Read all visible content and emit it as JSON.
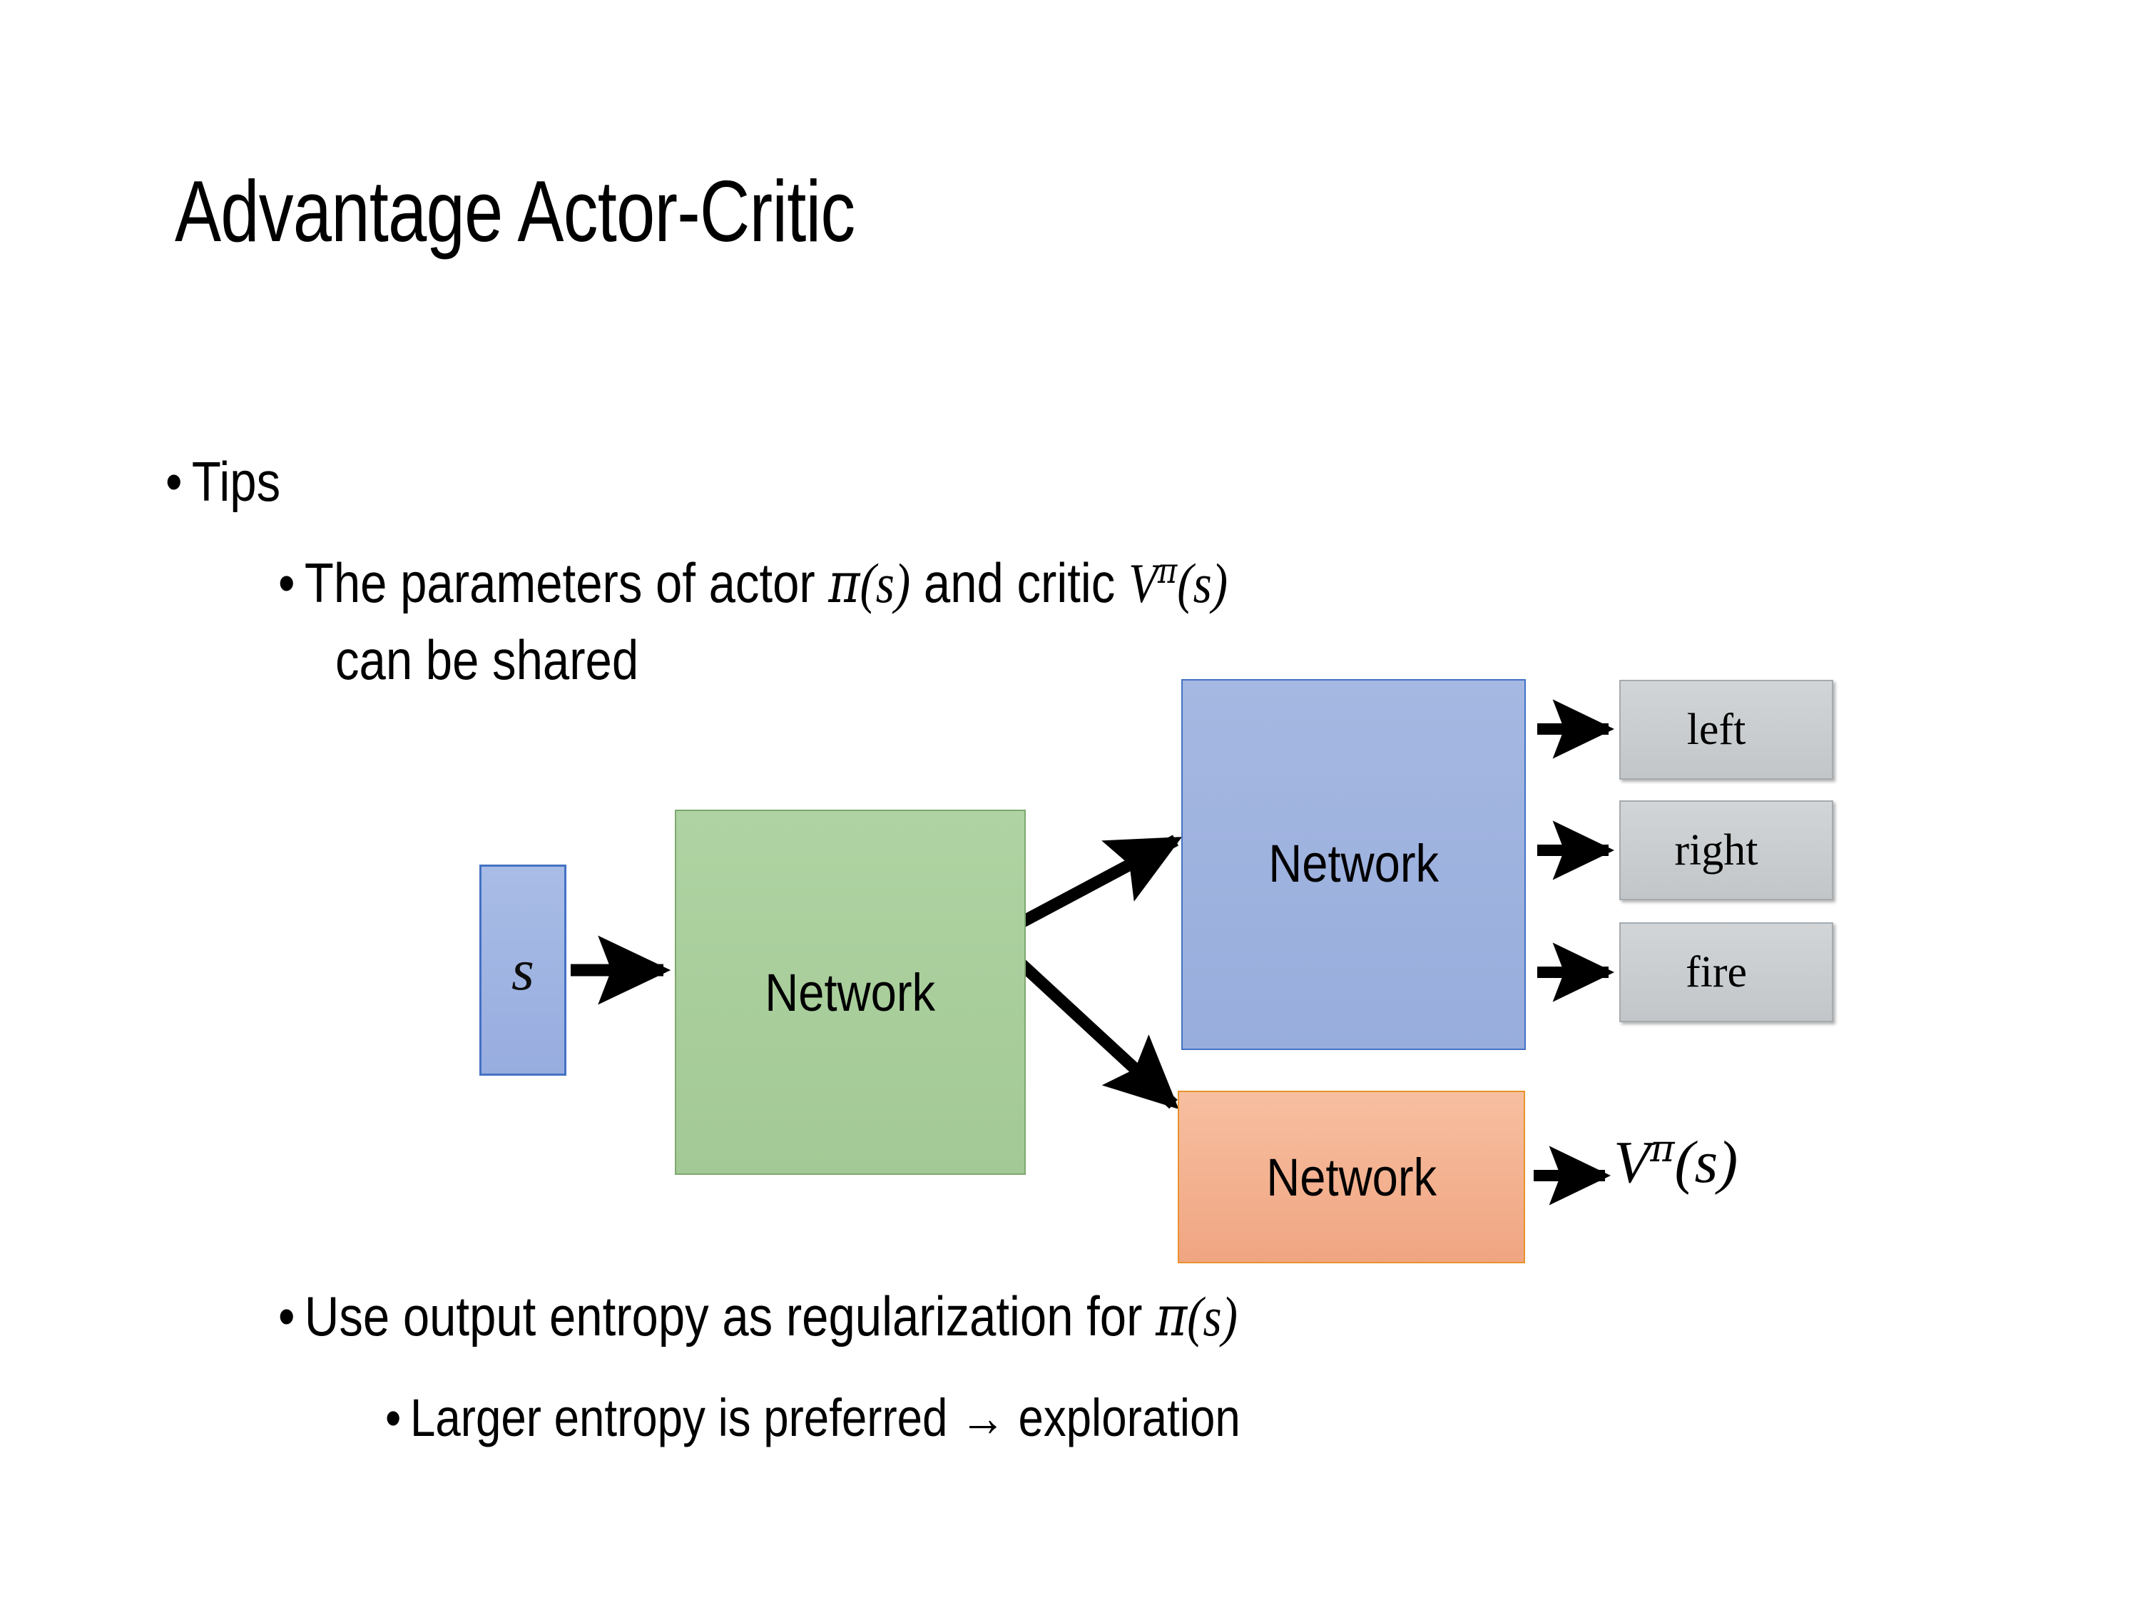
{
  "slide": {
    "title": "Advantage Actor-Critic",
    "background_color": "#FFFFFF"
  },
  "bullets": {
    "level1": "Tips",
    "level2_shared_line1_pre": "The parameters of actor ",
    "level2_shared_line1_mid": "  and critic ",
    "level2_shared_line2": "can be shared",
    "level2_entropy_pre": "Use output entropy as regularization for ",
    "level3_entropy": "Larger entropy is preferred → exploration",
    "bullet_glyph": "•"
  },
  "math": {
    "pi": "π",
    "paren_open": "(",
    "paren_close": ")",
    "s": "s",
    "V": "V",
    "pi_superscript": "π",
    "policy_full": "π(s)",
    "value_full": "Vπ(s)"
  },
  "diagram": {
    "input_box": {
      "label": "s",
      "fill": "#9FB2DF",
      "border": "#4472C4"
    },
    "shared_network": {
      "label": "Network",
      "fill": "#A9CE9C",
      "border": "#7FA86F"
    },
    "actor_network": {
      "label": "Network",
      "fill": "#9FB2DF",
      "border": "#4472C4"
    },
    "critic_network": {
      "label": "Network",
      "fill": "#F3B392",
      "border": "#E8922E"
    },
    "action_outputs": [
      {
        "label": "left",
        "fill": "#C9CCCE",
        "border": "#A6ABAF"
      },
      {
        "label": "right",
        "fill": "#C9CCCE",
        "border": "#A6ABAF"
      },
      {
        "label": "fire",
        "fill": "#C9CCCE",
        "border": "#A6ABAF"
      }
    ],
    "value_output_V": "V",
    "value_output_pi": "π",
    "value_output_tail": "(s)",
    "arrow_color": "#000000"
  }
}
